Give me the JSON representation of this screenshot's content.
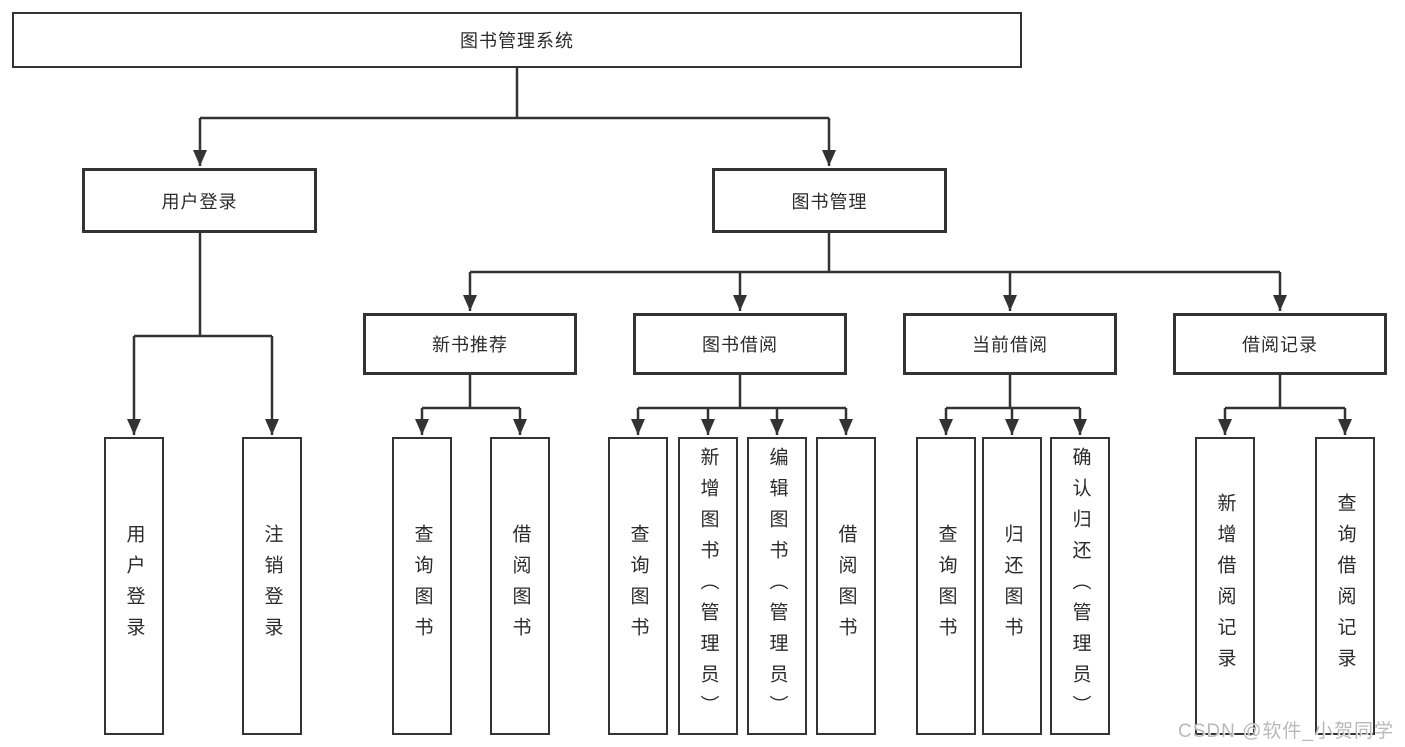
{
  "colors": {
    "line": "#333333",
    "box_border": "#333333",
    "text": "#2b2b2b",
    "background": "#ffffff",
    "watermark": "#b9b9b9"
  },
  "watermark": {
    "text": "CSDN @软件_小贺同学"
  },
  "tree": {
    "root": {
      "label": "图书管理系统",
      "children": [
        {
          "label": "用户登录",
          "children": [
            {
              "label": "用户登录"
            },
            {
              "label": "注销登录"
            }
          ]
        },
        {
          "label": "图书管理",
          "children": [
            {
              "label": "新书推荐",
              "children": [
                {
                  "label": "查询图书"
                },
                {
                  "label": "借阅图书"
                }
              ]
            },
            {
              "label": "图书借阅",
              "children": [
                {
                  "label": "查询图书"
                },
                {
                  "label": "新增图书（管理员）"
                },
                {
                  "label": "编辑图书（管理员）"
                },
                {
                  "label": "借阅图书"
                }
              ]
            },
            {
              "label": "当前借阅",
              "children": [
                {
                  "label": "查询图书"
                },
                {
                  "label": "归还图书"
                },
                {
                  "label": "确认归还（管理员）"
                }
              ]
            },
            {
              "label": "借阅记录",
              "children": [
                {
                  "label": "新增借阅记录"
                },
                {
                  "label": "查询借阅记录"
                }
              ]
            }
          ]
        }
      ]
    }
  }
}
